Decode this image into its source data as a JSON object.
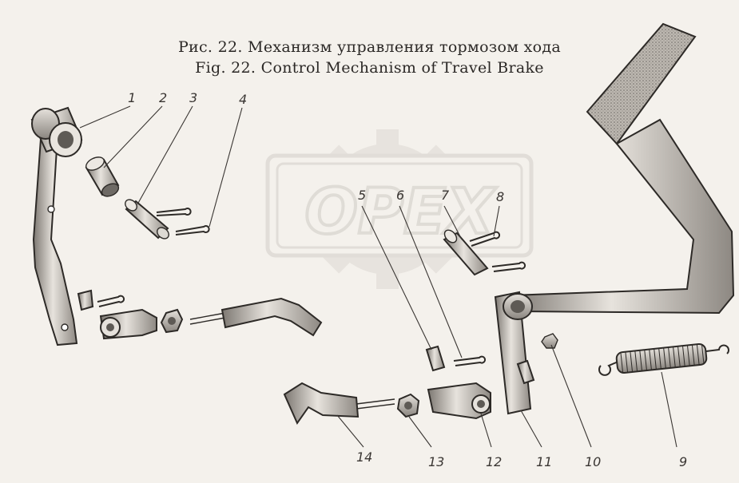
{
  "caption": {
    "ru": "Рис. 22. Механизм управления тормозом хода",
    "en": "Fig. 22. Control Mechanism of Travel Brake"
  },
  "watermark": {
    "text": "OPEX"
  },
  "callouts": [
    "1",
    "2",
    "3",
    "4",
    "5",
    "6",
    "7",
    "8",
    "9",
    "10",
    "11",
    "12",
    "13",
    "14"
  ],
  "colors": {
    "background": "#f4f1ec",
    "ink": "#2d2a27",
    "shade": "#9a958f",
    "watermark": "#d9d6d1"
  }
}
